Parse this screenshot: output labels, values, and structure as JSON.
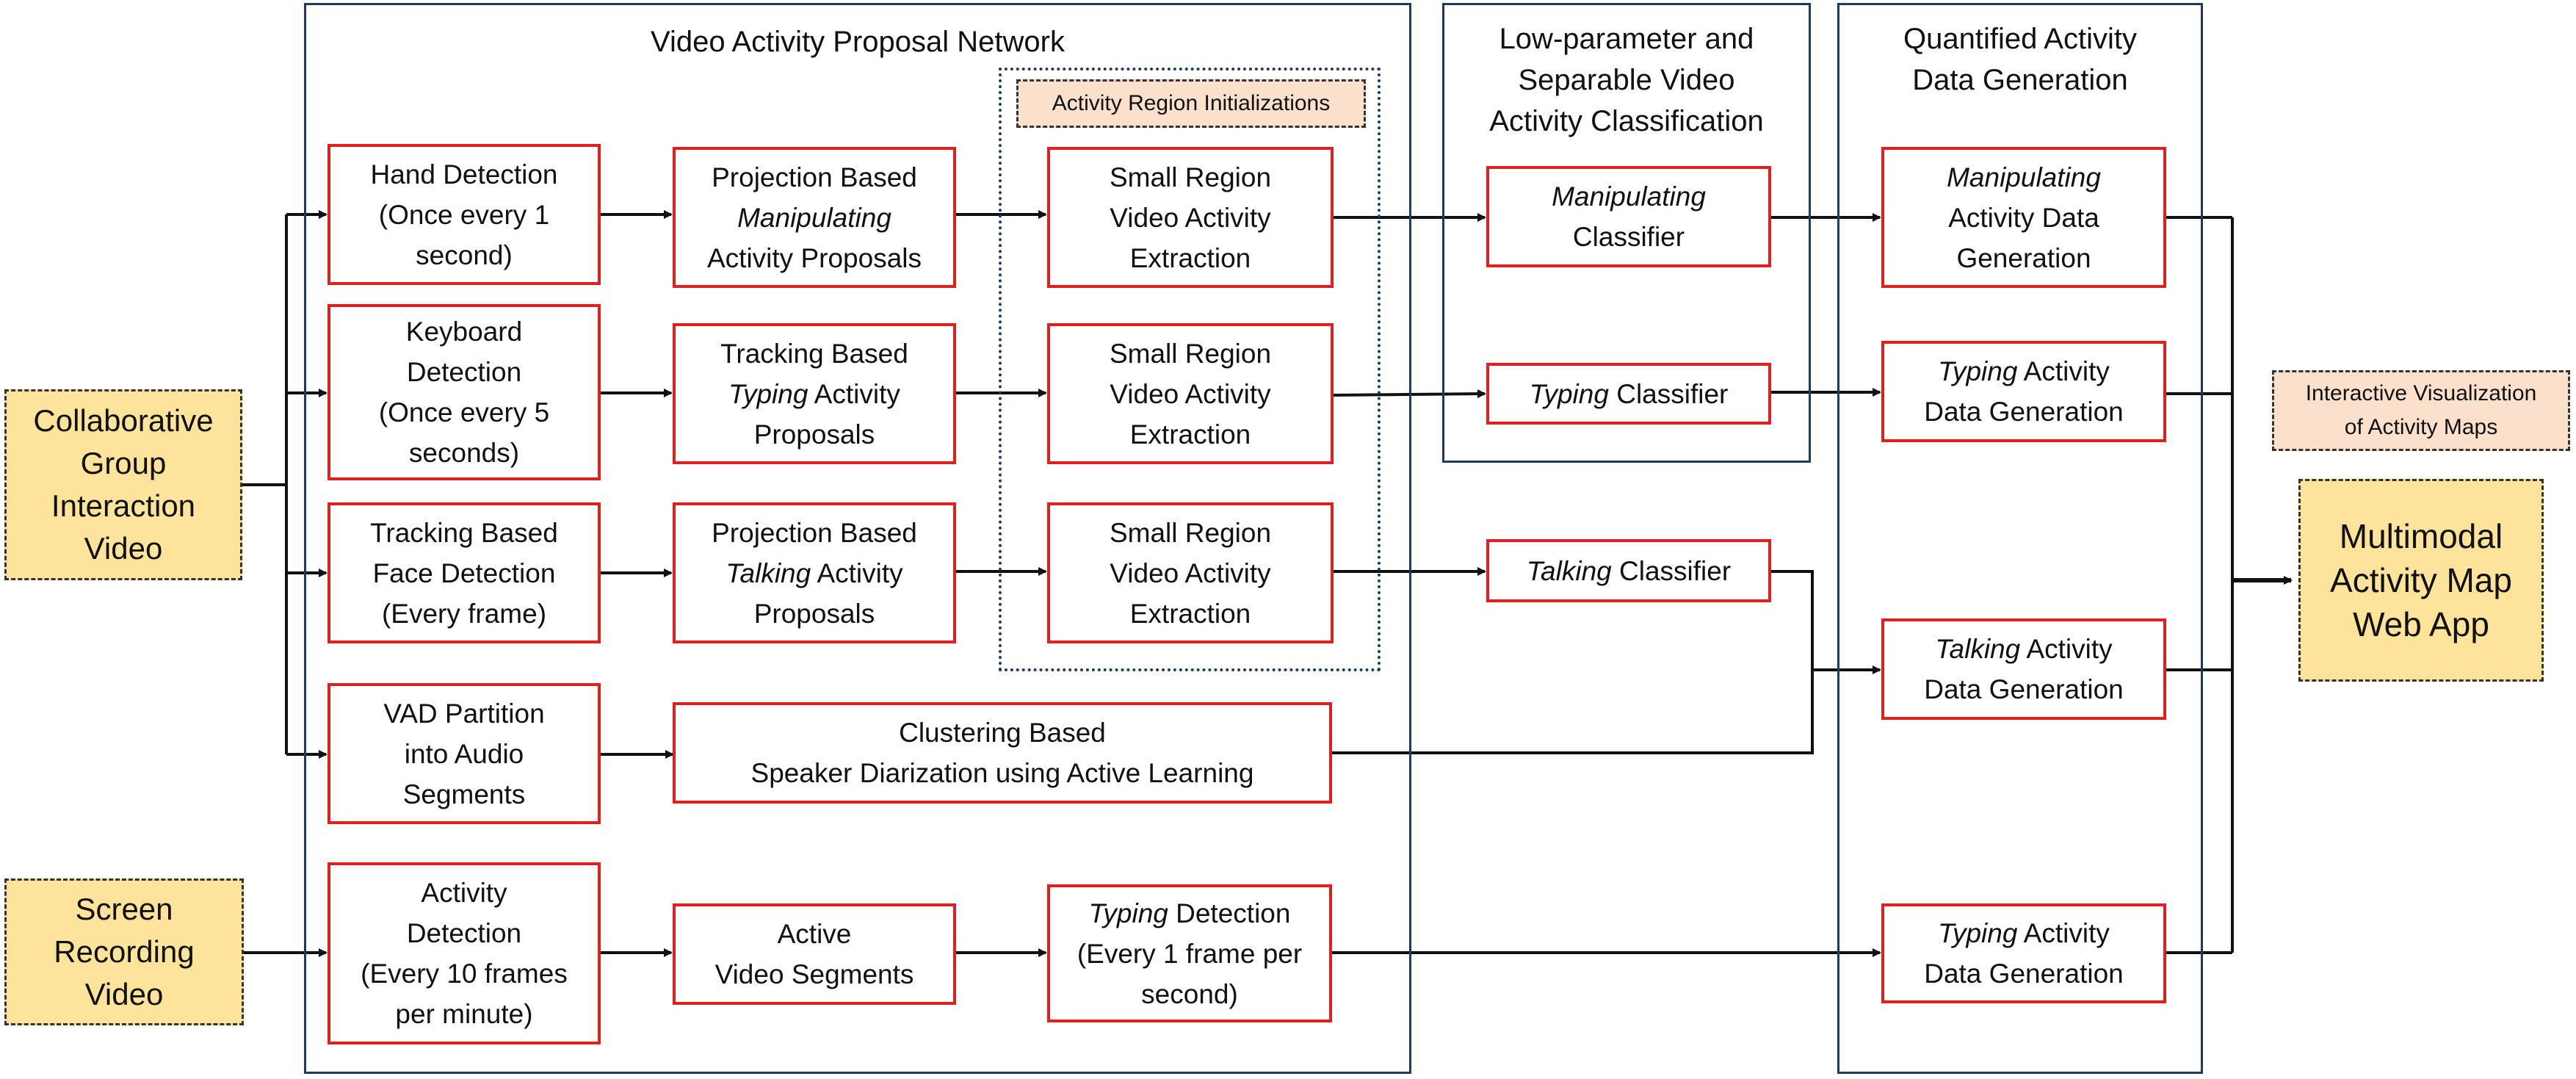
{
  "panels": {
    "vapn": "Video Activity Proposal Network",
    "classification": "Low-parameter and\nSeparable Video\nActivity Classification",
    "generation": "Quantified Activity\nData Generation"
  },
  "inputs": {
    "collab_video": "Collaborative\nGroup\nInteraction\nVideo",
    "screen_video": "Screen\nRecording\nVideo"
  },
  "region_init_label": "Activity Region Initializations",
  "detection": {
    "hand": "Hand Detection\n(Once every 1\nsecond)",
    "keyboard": "Keyboard\nDetection\n(Once every 5\nseconds)",
    "face": "Tracking Based\nFace Detection\n(Every frame)",
    "vad": "VAD Partition\ninto Audio\nSegments",
    "activity": "Activity\nDetection\n(Every 10 frames\nper minute)"
  },
  "proposals": {
    "manip_pre": "Projection Based",
    "manip_it": "Manipulating",
    "manip_post": "Activity Proposals",
    "typing_pre": "Tracking Based",
    "typing_it": "Typing",
    "typing_post": " Activity\nProposals",
    "talking_pre": "Projection Based",
    "talking_it": "Talking",
    "talking_post": " Activity\nProposals",
    "clustering": "Clustering Based\nSpeaker Diarization using Active Learning",
    "active_segments": "Active\nVideo Segments",
    "typing_detect_it": "Typing",
    "typing_detect_post": " Detection\n(Every 1 frame per\nsecond)"
  },
  "extraction": {
    "e1": "Small Region\nVideo Activity\nExtraction",
    "e2": "Small Region\nVideo Activity\nExtraction",
    "e3": "Small Region\nVideo Activity\nExtraction"
  },
  "classifiers": {
    "manip_it": "Manipulating",
    "manip_post": "Classifier",
    "typing_it": "Typing",
    "typing_post": " Classifier",
    "talking_it": "Talking",
    "talking_post": " Classifier"
  },
  "generation": {
    "manip_it": "Manipulating",
    "manip_post": "Activity Data\nGeneration",
    "typing1_it": "Typing",
    "typing1_post": " Activity\nData Generation",
    "talking_it": "Talking",
    "talking_post": " Activity\nData Generation",
    "typing2_it": "Typing",
    "typing2_post": " Activity\nData Generation"
  },
  "note_visualization": "Interactive Visualization\nof Activity Maps",
  "output": "Multimodal\nActivity Map\nWeb App",
  "colors": {
    "panel_border": "#1f3a5f",
    "box_border": "#e02020",
    "input_fill": "#fde49a",
    "note_fill": "#fbe0cc",
    "arrow": "#111111"
  }
}
